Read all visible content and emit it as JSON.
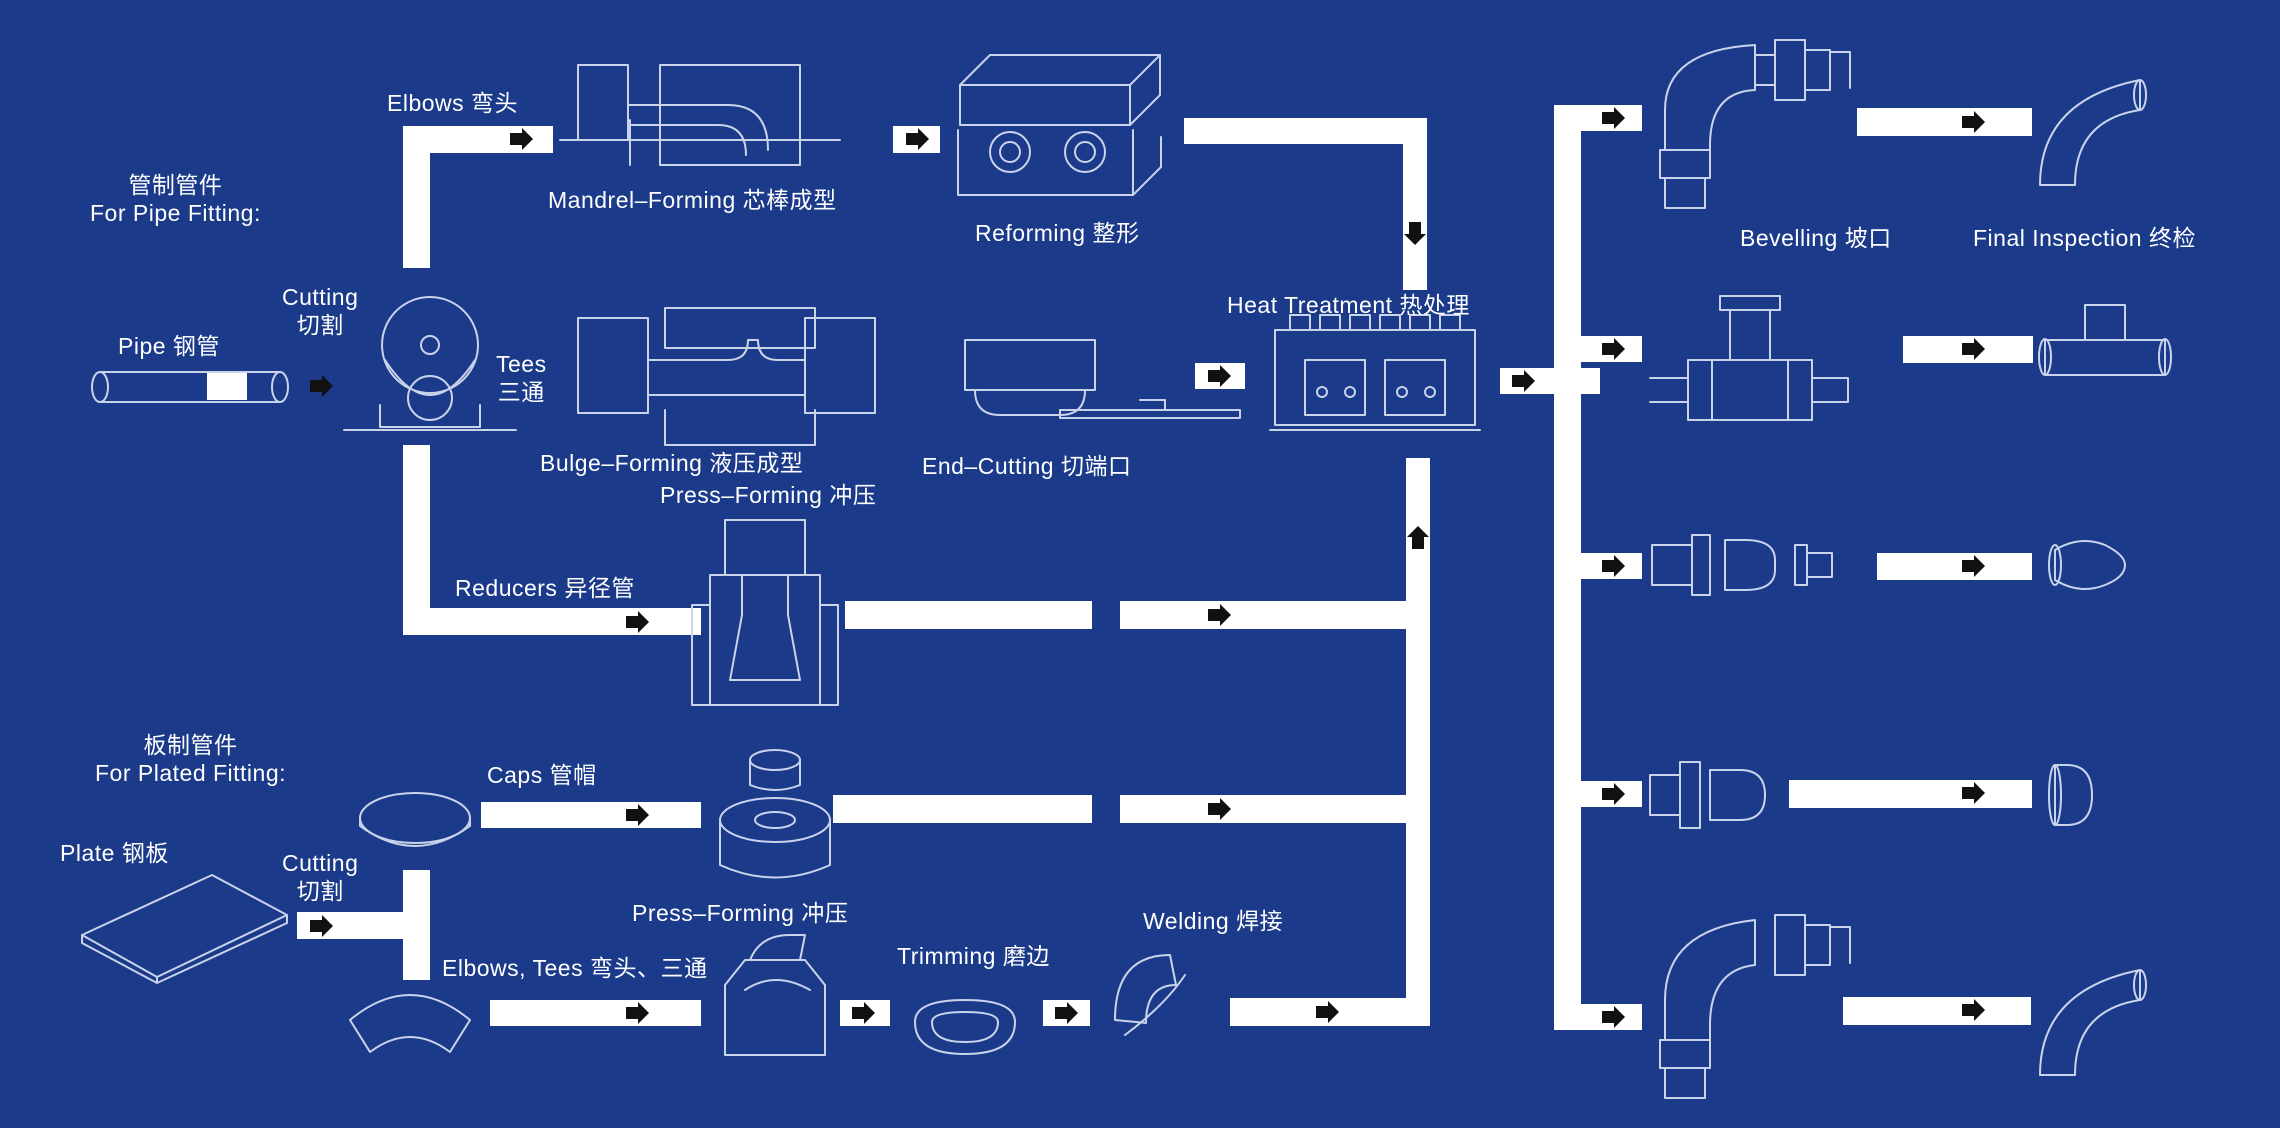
{
  "colors": {
    "background": "#1b3a8a",
    "lines": "#ffffff",
    "arrow": "#111111"
  },
  "sections": {
    "pipe": {
      "line1": "管制管件",
      "line2": "For Pipe Fitting:"
    },
    "plate": {
      "line1": "板制管件",
      "line2": "For Plated Fitting:"
    }
  },
  "labels": {
    "pipe": "Pipe 钢管",
    "cutting_pipe": {
      "line1": "Cutting",
      "line2": "切割"
    },
    "elbows": "Elbows 弯头",
    "mandrel": "Mandrel–Forming 芯棒成型",
    "reforming": "Reforming 整形",
    "tees": {
      "line1": "Tees",
      "line2": "三通"
    },
    "bulge": "Bulge–Forming 液压成型",
    "end_cutting": "End–Cutting 切端口",
    "heat": "Heat Treatment 热处理",
    "press_top": "Press–Forming 冲压",
    "reducers": "Reducers 异径管",
    "plate": "Plate 钢板",
    "cutting_plate": {
      "line1": "Cutting",
      "line2": "切割"
    },
    "caps": "Caps 管帽",
    "press_bottom": "Press–Forming 冲压",
    "elbows_tees": "Elbows, Tees 弯头、三通",
    "trimming": "Trimming 磨边",
    "welding": "Welding 焊接",
    "bevelling": "Bevelling 坡口",
    "final": "Final Inspection 终检"
  },
  "icons": [
    "pipe-icon",
    "pipe-cutting-machine-icon",
    "mandrel-machine-icon",
    "reforming-die-icon",
    "bulge-press-icon",
    "end-cutting-icon",
    "heat-treatment-furnace-icon",
    "press-forming-die-icon",
    "plate-icon",
    "cap-blank-icon",
    "arc-blank-icon",
    "cap-press-icon",
    "elbow-press-icon",
    "trimmed-ring-icon",
    "welded-elbow-icon",
    "bevel-elbow-icon",
    "bevel-tee-icon",
    "bevel-reducer-icon",
    "bevel-cap-icon",
    "final-elbow-icon",
    "final-tee-icon",
    "final-reducer-icon",
    "final-cap-icon"
  ]
}
